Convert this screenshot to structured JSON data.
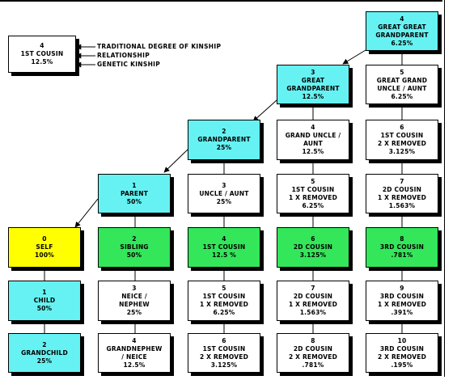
{
  "legend": {
    "box": [
      "4",
      "1ST COUSIN",
      "12.5%"
    ],
    "labels": [
      "TRADITIONAL DEGREE OF KINSHIP",
      "RELATIONSHIP",
      "GENETIC KINSHIP"
    ]
  },
  "nodes": {
    "great_great_grandparent": [
      "4",
      "GREAT GREAT",
      "GRANDPARENT",
      "6.25%"
    ],
    "great_grandparent": [
      "3",
      "GREAT",
      "GRANDPARENT",
      "12.5%"
    ],
    "great_grand_uncle_aunt": [
      "5",
      "GREAT GRAND",
      "UNCLE / AUNT",
      "6.25%"
    ],
    "grandparent": [
      "2",
      "GRANDPARENT",
      "25%"
    ],
    "grand_uncle_aunt": [
      "4",
      "GRAND UNCLE /",
      "AUNT",
      "12.5%"
    ],
    "first_cousin_2x_removed_up": [
      "6",
      "1ST COUSIN",
      "2 X REMOVED",
      "3.125%"
    ],
    "parent": [
      "1",
      "PARENT",
      "50%"
    ],
    "uncle_aunt": [
      "3",
      "UNCLE / AUNT",
      "25%"
    ],
    "first_cousin_1x_removed_up": [
      "5",
      "1ST COUSIN",
      "1 X REMOVED",
      "6.25%"
    ],
    "second_cousin_1x_removed_up": [
      "7",
      "2D COUSIN",
      "1 X REMOVED",
      "1.563%"
    ],
    "self": [
      "0",
      "SELF",
      "100%"
    ],
    "sibling": [
      "2",
      "SIBLING",
      "50%"
    ],
    "first_cousin": [
      "4",
      "1ST COUSIN",
      "12.5 %"
    ],
    "second_cousin": [
      "6",
      "2D COUSIN",
      "3.125%"
    ],
    "third_cousin": [
      "8",
      "3RD COUSIN",
      ".781%"
    ],
    "child": [
      "1",
      "CHILD",
      "50%"
    ],
    "niece_nephew": [
      "3",
      "NEICE /",
      "NEPHEW",
      "25%"
    ],
    "first_cousin_1x_removed_down": [
      "5",
      "1ST COUSIN",
      "1 X REMOVED",
      "6.25%"
    ],
    "second_cousin_1x_removed_down": [
      "7",
      "2D COUSIN",
      "1 X REMOVED",
      "1.563%"
    ],
    "third_cousin_1x_removed_down": [
      "9",
      "3RD COUSIN",
      "1 X REMOVED",
      ".391%"
    ],
    "grandchild": [
      "2",
      "GRANDCHILD",
      "25%"
    ],
    "grandnephew_niece": [
      "4",
      "GRANDNEPHEW",
      "/ NEICE",
      "12.5%"
    ],
    "first_cousin_2x_removed_down": [
      "6",
      "1ST COUSIN",
      "2 X REMOVED",
      "3.125%"
    ],
    "second_cousin_2x_removed_down": [
      "8",
      "2D COUSIN",
      "2 X REMOVED",
      ".781%"
    ],
    "third_cousin_2x_removed_down": [
      "10",
      "3RD COUSIN",
      "2 X REMOVED",
      ".195%"
    ]
  },
  "colors": {
    "ancestor": "#66f2f2",
    "same_generation": "#33e65a",
    "self": "#ffff00",
    "other": "#ffffff"
  }
}
